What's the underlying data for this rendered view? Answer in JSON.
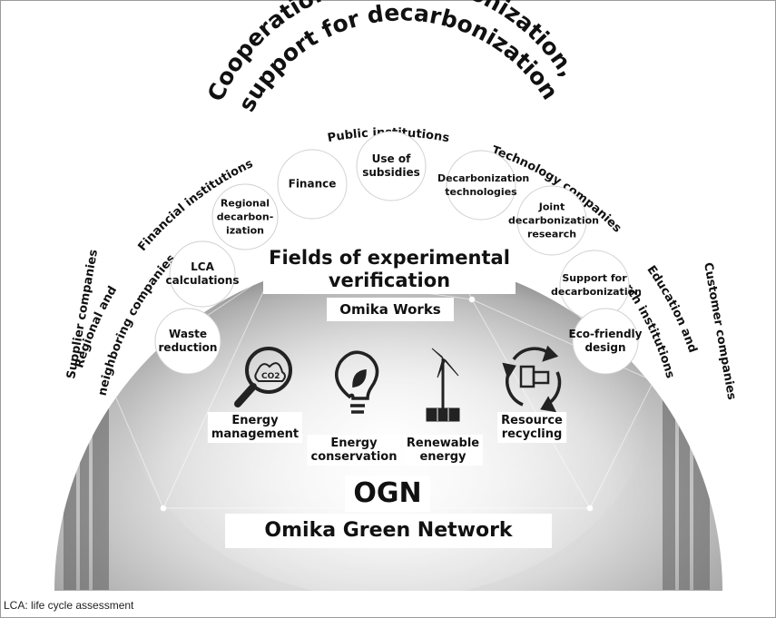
{
  "ring_labels": [
    {
      "id": "financial",
      "text": "Financial institutions"
    },
    {
      "id": "public",
      "text": "Public institutions"
    },
    {
      "id": "technology",
      "text": "Technology companies"
    },
    {
      "id": "regional_line1",
      "text": "Regional and"
    },
    {
      "id": "regional_line2",
      "text": "neighboring companies"
    },
    {
      "id": "education_line1",
      "text": "Education and"
    },
    {
      "id": "education_line2",
      "text": "research institutions"
    },
    {
      "id": "supplier",
      "text": "Supplier companies"
    },
    {
      "id": "customer",
      "text": "Customer companies"
    }
  ],
  "cooperation": {
    "line1": "Cooperation for decarbonization,",
    "line2": "support for decarbonization"
  },
  "circles": [
    {
      "id": "finance",
      "lines": [
        "Finance"
      ]
    },
    {
      "id": "subsidies",
      "lines": [
        "Use of",
        "subsidies"
      ]
    },
    {
      "id": "dec-tech",
      "lines": [
        "Decarbonization",
        "technologies"
      ]
    },
    {
      "id": "regional-dec",
      "lines": [
        "Regional",
        "decarbon-",
        "ization"
      ]
    },
    {
      "id": "joint-research",
      "lines": [
        "Joint",
        "decarbonization",
        "research"
      ]
    },
    {
      "id": "lca",
      "lines": [
        "LCA",
        "calculations"
      ]
    },
    {
      "id": "support",
      "lines": [
        "Support for",
        "decarbonization"
      ]
    },
    {
      "id": "waste",
      "lines": [
        "Waste",
        "reduction"
      ]
    },
    {
      "id": "eco-design",
      "lines": [
        "Eco-friendly",
        "design"
      ]
    }
  ],
  "center": {
    "fields_line1": "Fields of experimental",
    "fields_line2": "verification",
    "works": "Omika Works"
  },
  "themes": [
    {
      "id": "energy-management",
      "lines": [
        "Energy",
        "management"
      ],
      "icon": "magnifier-co2-icon"
    },
    {
      "id": "energy-conservation",
      "lines": [
        "Energy",
        "conservation"
      ],
      "icon": "lightbulb-leaf-icon"
    },
    {
      "id": "renewable-energy",
      "lines": [
        "Renewable",
        "energy"
      ],
      "icon": "wind-turbine-solar-icon"
    },
    {
      "id": "resource-recycling",
      "lines": [
        "Resource",
        "recycling"
      ],
      "icon": "recycle-devices-icon"
    }
  ],
  "icon_co2_text": "CO2",
  "ogn": {
    "short": "OGN",
    "full": "Omika Green Network"
  },
  "footnote": "LCA: life cycle assessment",
  "colors": {
    "dome_light": "#f2f2f2",
    "dome_mid": "#bdbdbd",
    "dome_dark": "#6e6e6e",
    "frame": "#9a9a9a"
  }
}
